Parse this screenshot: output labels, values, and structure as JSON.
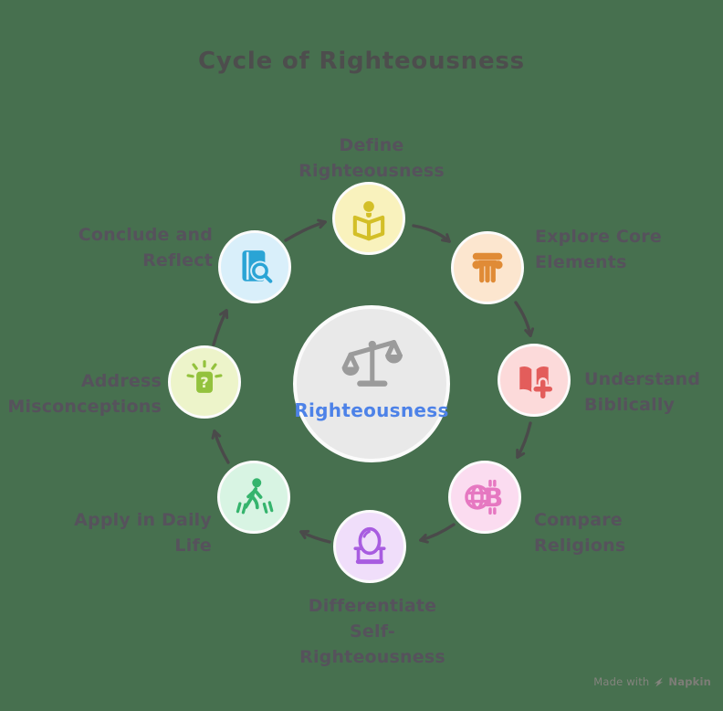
{
  "title": "Cycle of Righteousness",
  "center": {
    "label": "Righteousness",
    "icon": "balance-scale-icon",
    "bg_color": "#e9e9e9",
    "icon_color": "#9b9b9b",
    "text_color": "#4d82e8"
  },
  "steps": [
    {
      "id": "define",
      "label": "Define Righteousness",
      "lines": [
        "Define",
        "Righteousness"
      ],
      "icon": "book-lightbulb-icon",
      "accent_color": "#d3bf28",
      "bg_color": "#f9f2bd"
    },
    {
      "id": "explore",
      "label": "Explore Core Elements",
      "lines": [
        "Explore Core",
        "Elements"
      ],
      "icon": "pillar-icon",
      "accent_color": "#e08b36",
      "bg_color": "#fce6cf"
    },
    {
      "id": "understand",
      "label": "Understand Biblically",
      "lines": [
        "Understand",
        "Biblically"
      ],
      "icon": "book-cross-icon",
      "accent_color": "#e35d5b",
      "bg_color": "#fcdada"
    },
    {
      "id": "compare",
      "label": "Compare Religions",
      "lines": [
        "Compare",
        "Religions"
      ],
      "icon": "globe-currency-icon",
      "accent_color": "#e678c1",
      "bg_color": "#fbdcf0"
    },
    {
      "id": "differentiate",
      "label": "Differentiate Self-Righteousness",
      "lines": [
        "Differentiate",
        "Self-",
        "Righteousness"
      ],
      "icon": "mirror-icon",
      "accent_color": "#a85ce0",
      "bg_color": "#f0defa"
    },
    {
      "id": "apply",
      "label": "Apply in Daily Life",
      "lines": [
        "Apply in Daily",
        "Life"
      ],
      "icon": "walking-person-icon",
      "accent_color": "#35b46d",
      "bg_color": "#d8f4e3"
    },
    {
      "id": "address",
      "label": "Address Misconceptions",
      "lines": [
        "Address",
        "Misconceptions"
      ],
      "icon": "question-card-icon",
      "accent_color": "#93c23d",
      "bg_color": "#edf4ca"
    },
    {
      "id": "conclude",
      "label": "Conclude and Reflect",
      "lines": [
        "Conclude and",
        "Reflect"
      ],
      "icon": "book-magnifier-icon",
      "accent_color": "#2aa4d5",
      "bg_color": "#d9effa"
    }
  ],
  "icon_glyphs": {
    "currency_letter": "B",
    "question_mark": "?"
  },
  "watermark": {
    "prefix": "Made with",
    "brand": "Napkin",
    "icon": "napkin-logo-icon"
  },
  "colors": {
    "background": "#47704f",
    "title_text": "#4d4d4d",
    "label_text": "#56525c",
    "arrow": "#4a4a4a"
  }
}
